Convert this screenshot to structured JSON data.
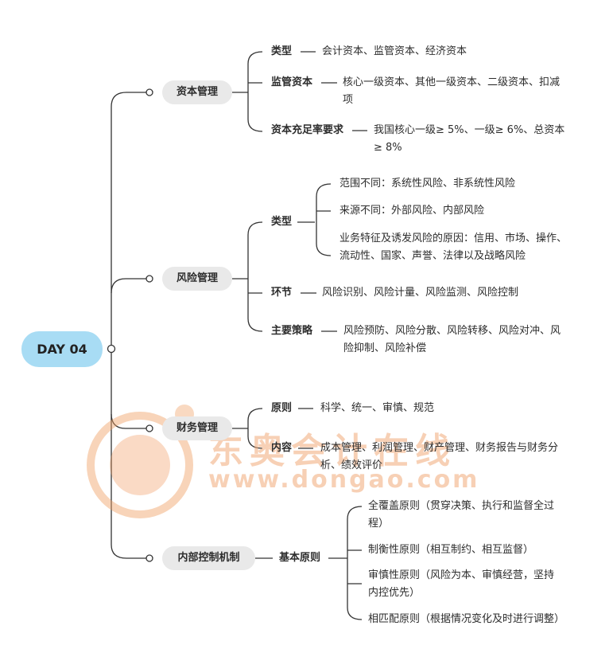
{
  "root": "DAY 04",
  "watermark": {
    "cn": "东奥会计在线",
    "url": "www.dongao.com"
  },
  "branches": {
    "capital": {
      "label": "资本管理",
      "types_key": "类型",
      "types_val": "会计资本、监管资本、经济资本",
      "reg_key": "监管资本",
      "reg_val": "核心一级资本、其他一级资本、二级资本、扣减项",
      "ratio_key": "资本充足率要求",
      "ratio_val": "我国核心一级≥ 5%、一级≥ 6%、总资本≥ 8%"
    },
    "risk": {
      "label": "风险管理",
      "types_key": "类型",
      "type_items": [
        "范围不同：系统性风险、非系统性风险",
        "来源不同：外部风险、内部风险",
        "业务特征及诱发风险的原因：信用、市场、操作、流动性、国家、声誉、法律以及战略风险"
      ],
      "process_key": "环节",
      "process_val": "风险识别、风险计量、风险监测、风险控制",
      "strategy_key": "主要策略",
      "strategy_val": "风险预防、风险分散、风险转移、风险对冲、风险抑制、风险补偿"
    },
    "finance": {
      "label": "财务管理",
      "principle_key": "原则",
      "principle_val": "科学、统一、审慎、规范",
      "content_key": "内容",
      "content_val": "成本管理、利润管理、财产管理、财务报告与财务分析、绩效评价"
    },
    "control": {
      "label": "内部控制机制",
      "basic_key": "基本原则",
      "items": [
        "全覆盖原则（贯穿决策、执行和监督全过程）",
        "制衡性原则（相互制约、相互监督）",
        "审慎性原则（风险为本、审慎经营，坚持内控优先）",
        "相匹配原则（根据情况变化及时进行调整）"
      ]
    }
  }
}
